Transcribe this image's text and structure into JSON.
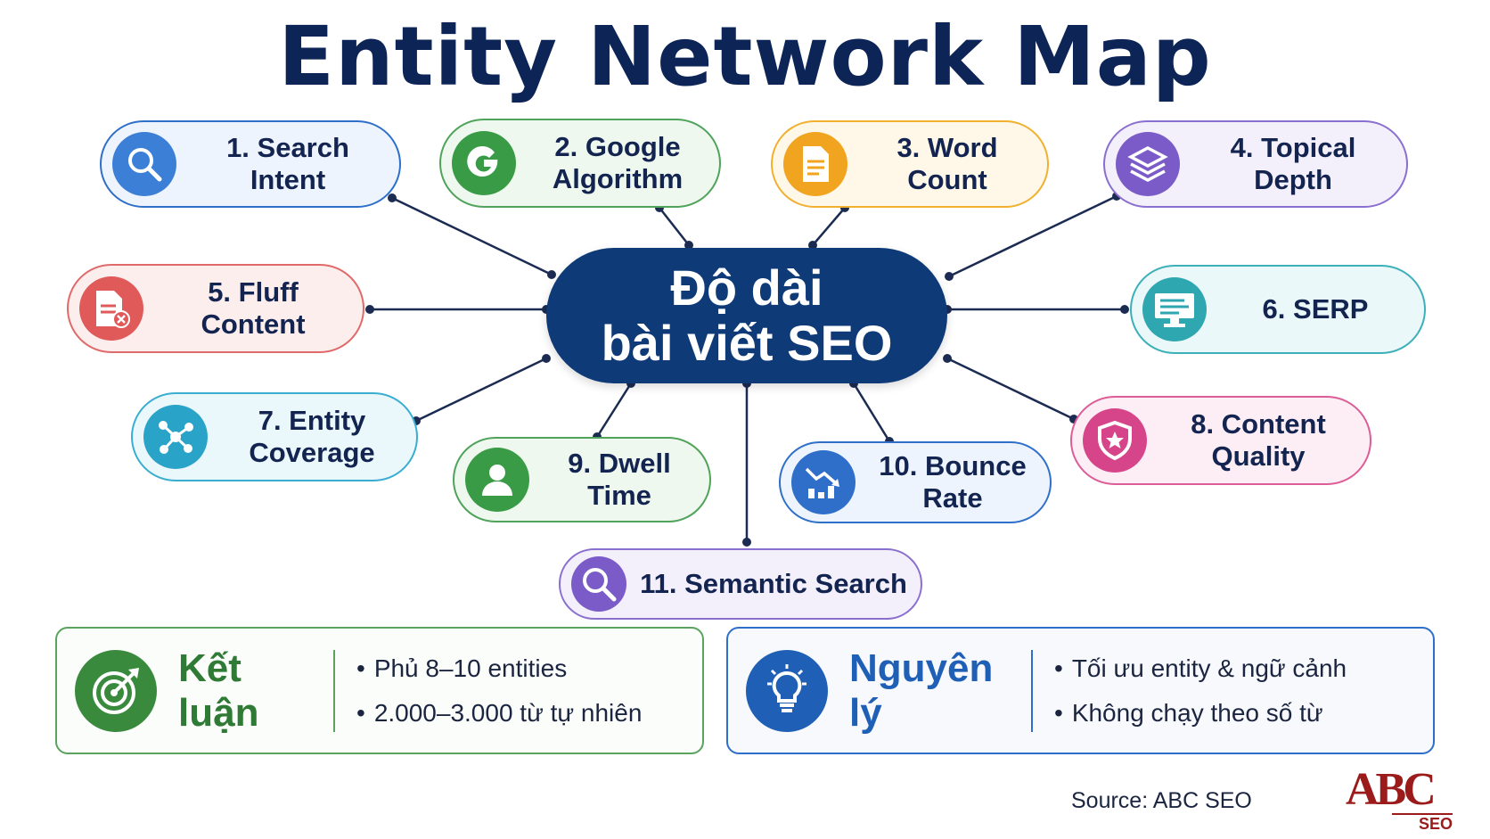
{
  "title": "Entity Network Map",
  "center": {
    "line1": "Độ dài",
    "line2": "bài viết SEO"
  },
  "nodes": [
    {
      "label": "1. Search Intent",
      "icon": "magnifier-icon",
      "color": "#3b7fd6",
      "bg": "#edf4fd",
      "border": "#2f6fc9"
    },
    {
      "label": "2. Google Algorithm",
      "icon": "google-g-icon",
      "color": "#3a9b47",
      "bg": "#eef8ef",
      "border": "#4fa35a"
    },
    {
      "label": "3. Word Count",
      "icon": "document-icon",
      "color": "#f0a41f",
      "bg": "#fff8e8",
      "border": "#f0b030"
    },
    {
      "label": "4. Topical Depth",
      "icon": "layers-icon",
      "color": "#7b5bc8",
      "bg": "#f3effb",
      "border": "#8a6fcf"
    },
    {
      "label": "5. Fluff Content",
      "icon": "document-x-icon",
      "color": "#e05a5a",
      "bg": "#fdeeee",
      "border": "#e06a6a"
    },
    {
      "label": "6. SERP",
      "icon": "monitor-icon",
      "color": "#2ea7b0",
      "bg": "#ebf8f9",
      "border": "#3cb0b8"
    },
    {
      "label": "7. Entity Coverage",
      "icon": "network-icon",
      "color": "#2aa3c8",
      "bg": "#eaf7fb",
      "border": "#3aaed0"
    },
    {
      "label": "8. Content Quality",
      "icon": "shield-star-icon",
      "color": "#d6458a",
      "bg": "#fdeef5",
      "border": "#dc5d97"
    },
    {
      "label": "9. Dwell Time",
      "icon": "user-icon",
      "color": "#3a9b47",
      "bg": "#eef8ef",
      "border": "#4fa35a"
    },
    {
      "label": "10. Bounce Rate",
      "icon": "chart-down-icon",
      "color": "#2f6fc9",
      "bg": "#edf4fd",
      "border": "#2f6fc9"
    },
    {
      "label": "11. Semantic Search",
      "icon": "magnifier-icon",
      "color": "#7b5bc8",
      "bg": "#f3effb",
      "border": "#8a6fcf"
    }
  ],
  "conclusion": {
    "title": "Kết luận",
    "icon": "target-icon",
    "color": "#3a8a3e",
    "items": [
      "Phủ 8–10 entities",
      "2.000–3.000 từ tự nhiên"
    ]
  },
  "principle": {
    "title": "Nguyên lý",
    "icon": "lightbulb-icon",
    "color": "#1f5fb5",
    "items": [
      "Tối ưu entity & ngữ cảnh",
      "Không chạy theo số từ"
    ]
  },
  "source": "Source: ABC SEO",
  "logo": {
    "text": "ABC",
    "sub": "SEO"
  }
}
